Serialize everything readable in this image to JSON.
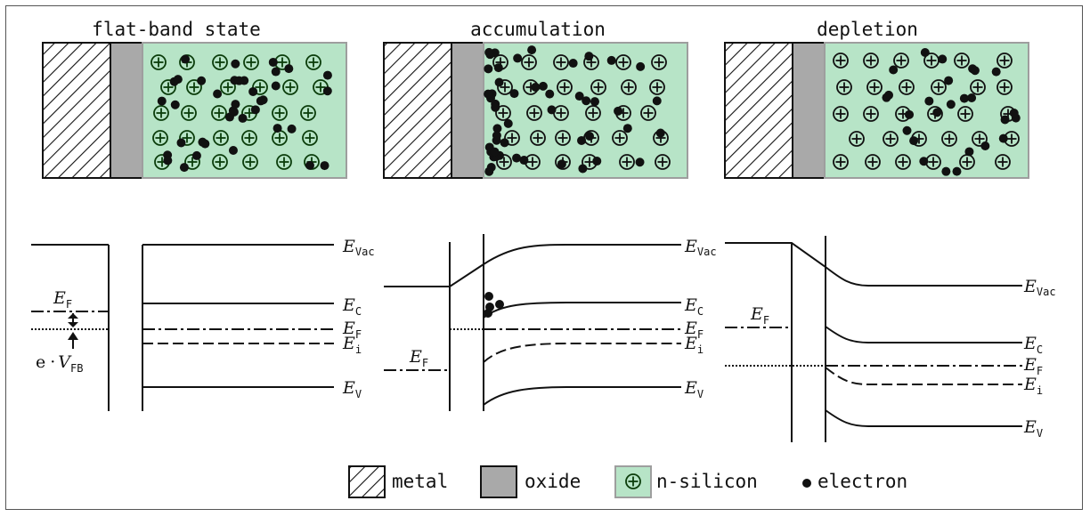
{
  "panels": [
    {
      "title": "flat-band state"
    },
    {
      "title": "accumulation"
    },
    {
      "title": "depletion"
    }
  ],
  "levels": {
    "E": "E",
    "vac_sub": "Vac",
    "c_sub": "C",
    "f_sub": "F",
    "i_sub": "i",
    "v_sub": "V",
    "fb_e": "e",
    "fb_dot": "·",
    "fb_V": "V",
    "fb_sub": "FB"
  },
  "legend": {
    "metal": "metal",
    "oxide": "oxide",
    "n_silicon": "n-silicon",
    "electron": "electron"
  },
  "colors": {
    "silicon_fill": "#b7e4c7",
    "silicon_border": "#9e9e9e",
    "oxide_fill": "#a9a9a9",
    "donor_ring": "#0b3d0b",
    "electron": "#111111"
  }
}
